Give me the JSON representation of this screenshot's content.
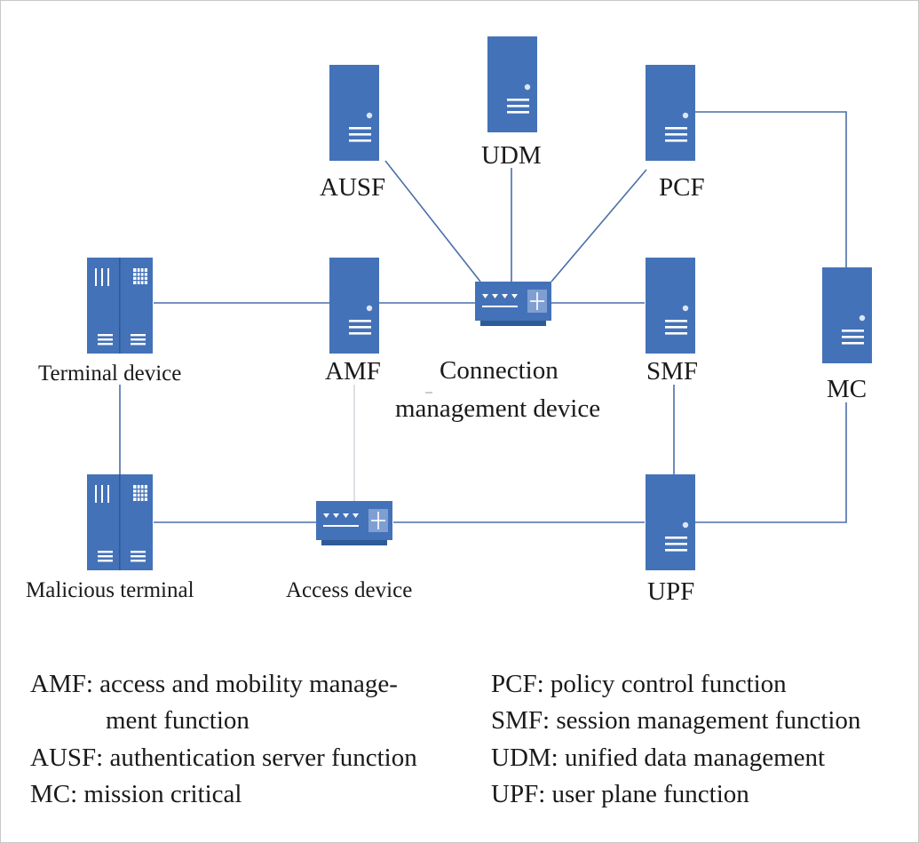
{
  "colors": {
    "node": "#4472b8",
    "wire": "#4a6fa8",
    "wire_light": "#c8ccd2",
    "detail": "#ffffff"
  },
  "nodes": {
    "ausf": {
      "label": "AUSF",
      "icon": "server-icon"
    },
    "udm": {
      "label": "UDM",
      "icon": "server-icon"
    },
    "pcf": {
      "label": "PCF",
      "icon": "server-icon"
    },
    "amf": {
      "label": "AMF",
      "icon": "server-icon"
    },
    "smf": {
      "label": "SMF",
      "icon": "server-icon"
    },
    "mc": {
      "label": "MC",
      "icon": "server-icon"
    },
    "upf": {
      "label": "UPF",
      "icon": "server-icon"
    },
    "terminal": {
      "label": "Terminal device",
      "icon": "terminal-rack-icon"
    },
    "malicious": {
      "label": "Malicious terminal",
      "icon": "terminal-rack-icon"
    },
    "cmd": {
      "label_line1": "Connection",
      "label_line2": "management device",
      "icon": "switch-icon"
    },
    "access": {
      "label": "Access device",
      "icon": "switch-icon"
    }
  },
  "legend": {
    "left": [
      "AMF: access and mobility manage-",
      "ment function",
      "AUSF: authentication server function",
      "MC: mission critical"
    ],
    "right": [
      "PCF: policy control function",
      "SMF: session management function",
      "UDM: unified data management",
      "UPF: user plane function"
    ]
  }
}
